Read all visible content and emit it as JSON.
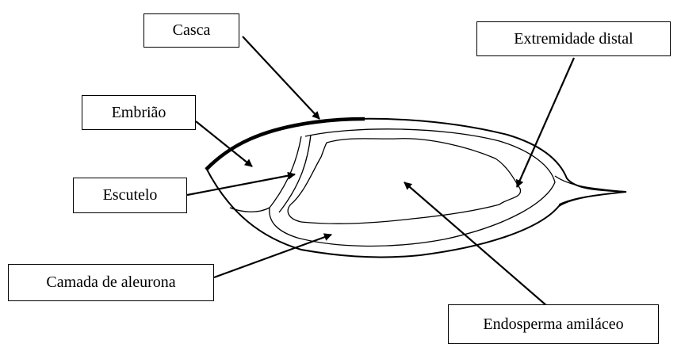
{
  "labels": {
    "casca": "Casca",
    "embriao": "Embrião",
    "escutelo": "Escutelo",
    "camada_aleurona": "Camada de aleurona",
    "extremidade_distal": "Extremidade distal",
    "endosperma": "Endosperma amiláceo"
  }
}
